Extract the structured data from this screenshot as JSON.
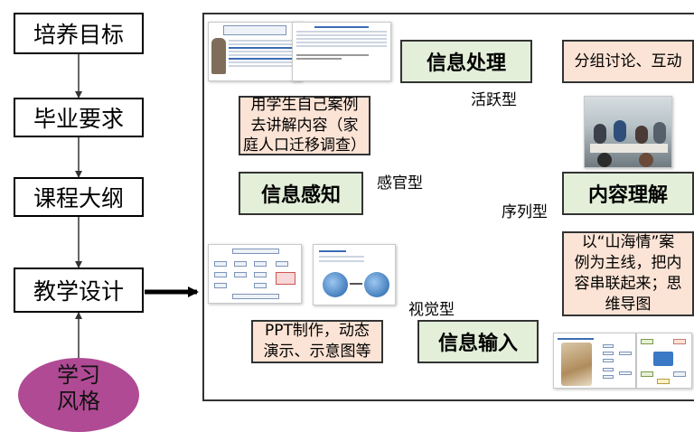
{
  "left_flow": {
    "steps": [
      "培养目标",
      "毕业要求",
      "课程大纲",
      "教学设计"
    ],
    "style_bubble": "学习\n风格"
  },
  "center_nodes": {
    "processing": "信息处理",
    "perception": "信息感知",
    "understanding": "内容理解",
    "input": "信息输入"
  },
  "learner_types": {
    "active": "活跃型",
    "sensing": "感官型",
    "sequential": "序列型",
    "visual": "视觉型"
  },
  "method_boxes": {
    "student_case": "用学生自己案例\n去讲解内容（家\n庭人口迁移调查）",
    "group_discussion": "分组讨论、互动",
    "theme_case": "以“山海情”案\n例为主线，把内\n容串联起来；思\n维导图",
    "ppt": "PPT制作，动态\n演示、示意图等"
  },
  "colors": {
    "green_fill": "#e3efd9",
    "peach_fill": "#fbe3d5",
    "bubble_fill": "#b04a94"
  }
}
